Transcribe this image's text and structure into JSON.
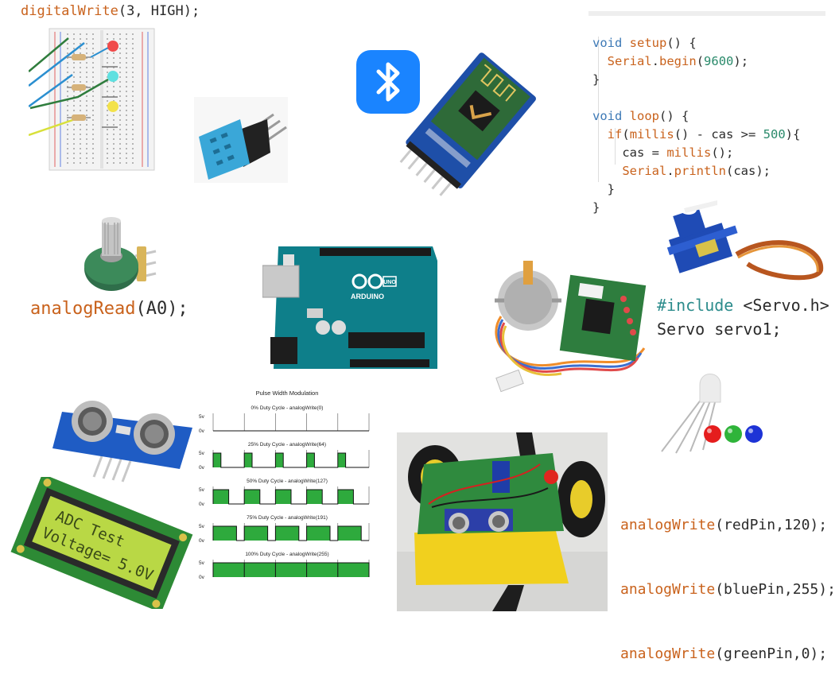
{
  "snippets": {
    "digital_write": {
      "fn": "digitalWrite",
      "args": "(3, HIGH);"
    },
    "analog_read": {
      "fn": "analogRead",
      "args": "(A0);"
    },
    "servo": {
      "include_kw": "#include",
      "include_arg": " <Servo.h>",
      "decl": "Servo servo1;"
    },
    "analog_write": [
      {
        "fn": "analogWrite",
        "args": "(redPin,120);"
      },
      {
        "fn": "analogWrite",
        "args": "(bluePin,255);"
      },
      {
        "fn": "analogWrite",
        "args": "(greenPin,0);"
      }
    ]
  },
  "code_block": {
    "lines": [
      {
        "kw": "void ",
        "fn": "setup",
        "rest": "() {"
      },
      {
        "indent": "  ",
        "obj": "Serial",
        "dot": ".",
        "fn": "begin",
        "open": "(",
        "num": "9600",
        "close": ");"
      },
      {
        "plain": "}"
      },
      {
        "plain": ""
      },
      {
        "kw": "void ",
        "fn": "loop",
        "rest": "() {"
      },
      {
        "indent": "  ",
        "fn": "if",
        "open": "(",
        "fn2": "millis",
        "mid": "() - cas >= ",
        "num": "500",
        "close": "){"
      },
      {
        "indent": "    ",
        "plain": "cas = ",
        "fn": "millis",
        "close": "();"
      },
      {
        "indent": "    ",
        "obj": "Serial",
        "dot": ".",
        "fn": "println",
        "close": "(cas);"
      },
      {
        "indent": "  ",
        "plain": "}"
      },
      {
        "plain": "}"
      }
    ]
  },
  "pwm_chart": {
    "title": "Pulse Width Modulation",
    "high_label": "5v",
    "low_label": "0v",
    "rows": [
      {
        "label": "0% Duty Cycle - analogWrite(0)",
        "duty": 0
      },
      {
        "label": "25% Duty Cycle - analogWrite(64)",
        "duty": 0.25
      },
      {
        "label": "50% Duty Cycle - analogWrite(127)",
        "duty": 0.5
      },
      {
        "label": "75% Duty Cycle - analogWrite(191)",
        "duty": 0.75
      },
      {
        "label": "100% Duty Cycle - analogWrite(255)",
        "duty": 1
      }
    ]
  },
  "lcd": {
    "line1": "ADC Test",
    "line2": "Voltage= 5.0V"
  },
  "arduino_board": {
    "brand": "ARDUINO",
    "model": "UNO"
  },
  "colors": {
    "keyword": "#3d79b6",
    "function": "#c9621c",
    "number": "#2a8a6b",
    "bluetooth": "#1a84ff",
    "board": "#0e7f8a",
    "pwm_fill": "#2eaa3d",
    "lcd": "#b9d845"
  },
  "icons": [
    "breadboard-image",
    "dht11-sensor-image",
    "bluetooth-icon",
    "hc05-module-image",
    "potentiometer-image",
    "arduino-uno-image",
    "stepper-motor-image",
    "servo-motor-image",
    "rgb-led-image",
    "ultrasonic-sensor-image",
    "lcd-display-image",
    "robot-car-image"
  ]
}
